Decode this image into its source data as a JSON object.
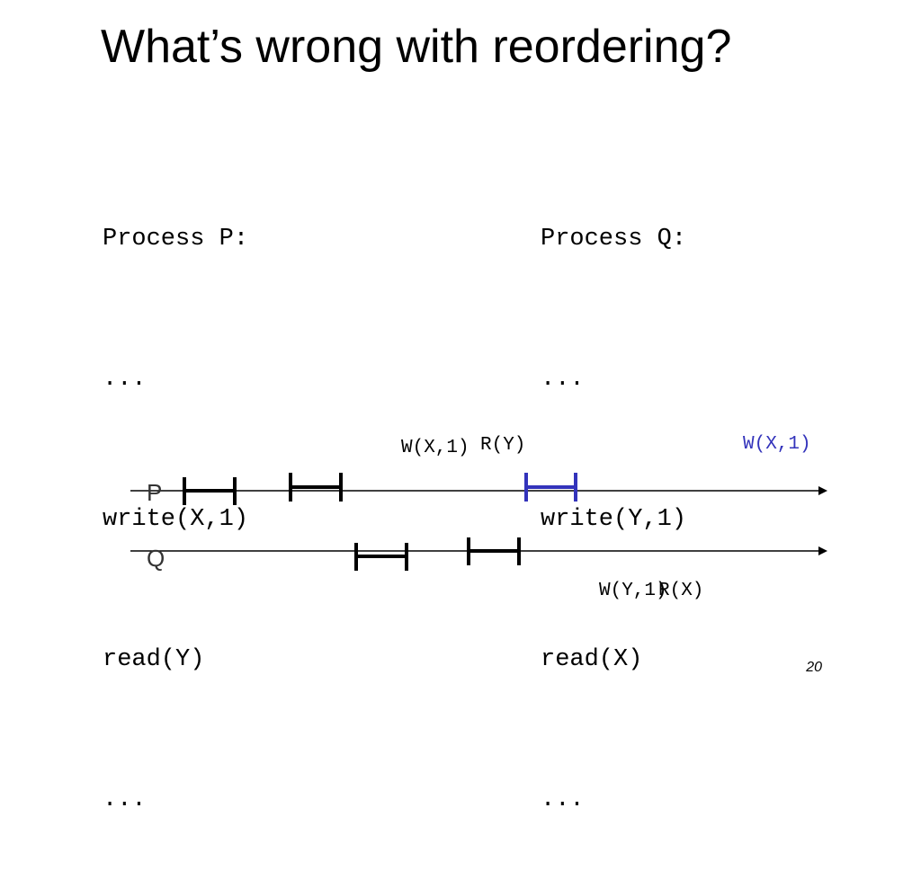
{
  "title": "What’s wrong with reordering?",
  "process_p": {
    "lines": [
      "Process P:",
      "...",
      "write(X,1)",
      "read(Y)",
      "..."
    ]
  },
  "process_q": {
    "lines": [
      "Process Q:",
      "...",
      "write(Y,1)",
      "read(X)",
      "..."
    ]
  },
  "timeline": {
    "labels": {
      "p": "P",
      "q": "Q"
    },
    "events": {
      "p_wx1": "W(X,1)",
      "p_ry": "R(Y)",
      "p_wx1_moved": "W(X,1)",
      "q_wy1": "W(Y,1)",
      "q_rx": "R(X)"
    },
    "colors": {
      "default": "#000000",
      "moved": "#3333bb"
    }
  },
  "page_number": "20"
}
